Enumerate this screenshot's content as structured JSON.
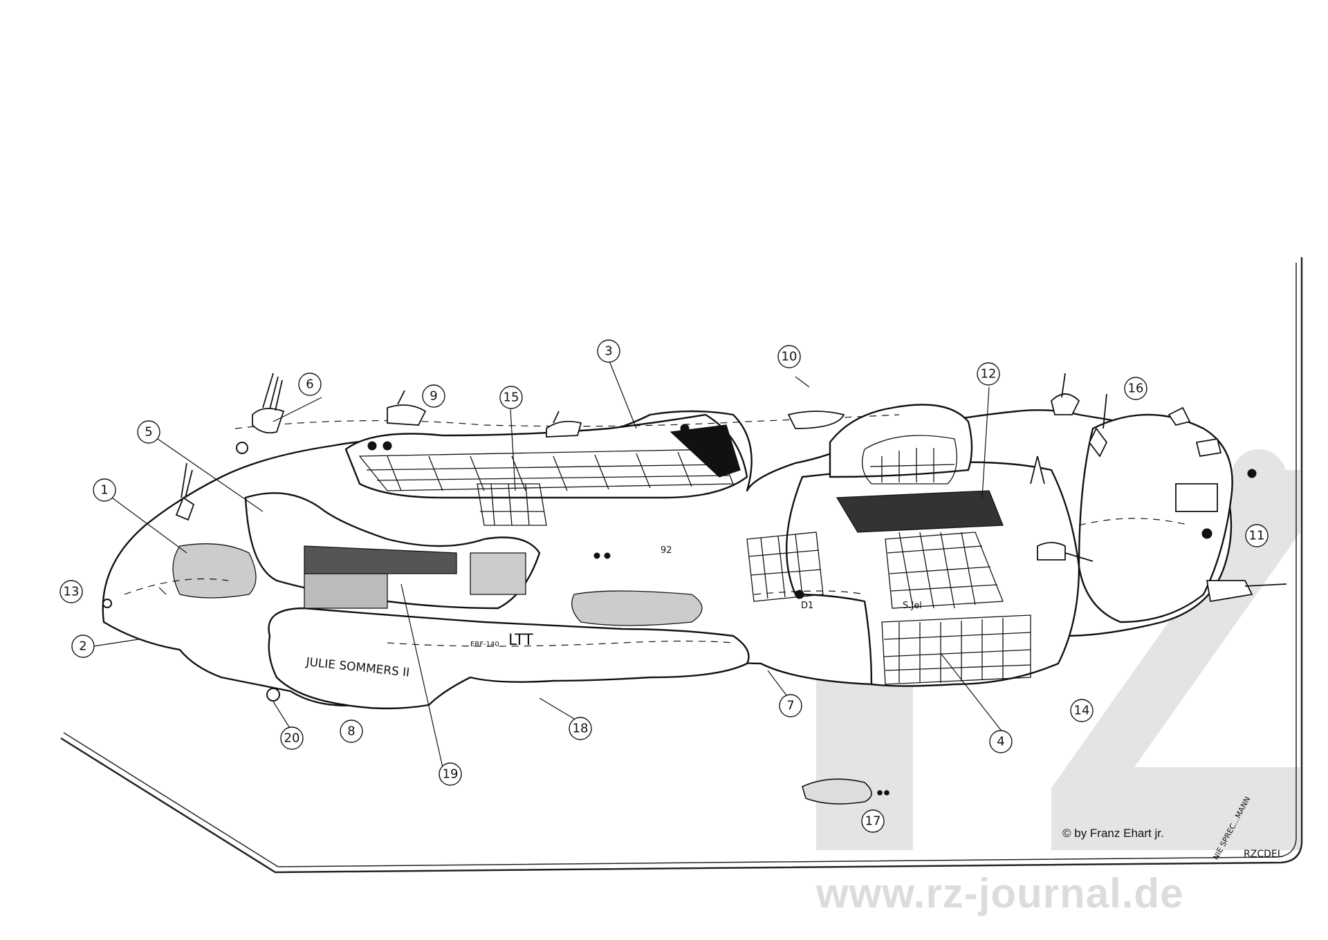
{
  "watermark": {
    "logo": "rz",
    "url": "www.rz-journal.de"
  },
  "copyright": "© by Franz Ehart jr.",
  "signature": {
    "name": "RZCDEL",
    "note": "NIE SPREC...MANN"
  },
  "hull_markings": {
    "ship_name": "JULIE SOMMERS II",
    "code": "LTT",
    "registry": "ERF-140",
    "bay_label": "S.Jel",
    "deck_label": "D1",
    "panel_label": "92"
  },
  "callouts": [
    "1",
    "2",
    "3",
    "4",
    "5",
    "6",
    "7",
    "8",
    "9",
    "10",
    "11",
    "12",
    "13",
    "14",
    "15",
    "16",
    "17",
    "18",
    "19",
    "20"
  ]
}
